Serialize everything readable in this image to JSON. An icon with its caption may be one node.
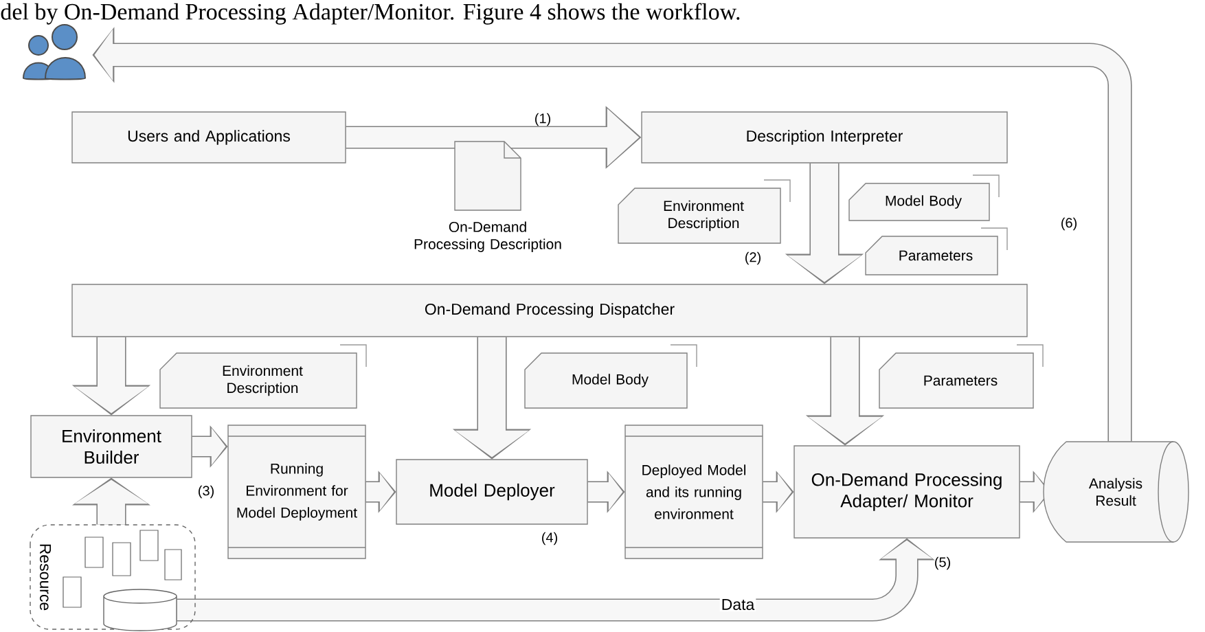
{
  "diagram": {
    "nodes": [
      {
        "text": [],
        "shape": "person"
      },
      {
        "text": [
          "Users and Applications"
        ]
      },
      {
        "text": [
          "Description Interpreter"
        ]
      },
      {
        "text": [
          "On-Demand Processing Description"
        ]
      },
      {
        "text": [
          "Environment Description"
        ]
      },
      {
        "text": [
          "Model Body"
        ]
      },
      {
        "text": [
          "Parameters"
        ]
      },
      {
        "text": [
          "On-Demand Processing Dispatcher"
        ]
      },
      {
        "text": [
          "Environment Description"
        ]
      },
      {
        "text": [
          "Model Body"
        ]
      },
      {
        "text": [
          "Parameters"
        ]
      },
      {
        "text": [
          "Environment Builder"
        ]
      },
      {
        "text": [
          "Running Environment for Model Deployment"
        ]
      },
      {
        "text": [
          "Model Deployer"
        ]
      },
      {
        "text": [
          "Deployed Model and its running environment"
        ]
      },
      {
        "text": [
          "On-Demand Processing Adapter/ Monitor"
        ]
      },
      {
        "text": [
          "Analysis Result"
        ]
      },
      {
        "text": [
          "Resource"
        ]
      },
      {
        "text": [],
        "shape": "cylinder",
        "in": 17
      }
    ],
    "edges": [
      {
        "from": 1,
        "to": 2,
        "arrow": "to"
      },
      {
        "from": 2,
        "to": 7,
        "arrow": "to"
      },
      {
        "from": 7,
        "to": 11,
        "arrow": "to"
      },
      {
        "from": 7,
        "to": 13,
        "arrow": "to"
      },
      {
        "from": 7,
        "to": 15,
        "arrow": "to"
      },
      {
        "from": 11,
        "to": 12,
        "arrow": "to"
      },
      {
        "from": 12,
        "to": 13,
        "arrow": "to"
      },
      {
        "from": 13,
        "to": 14,
        "arrow": "to"
      },
      {
        "from": 14,
        "to": 15,
        "arrow": "to"
      },
      {
        "from": 15,
        "to": 16,
        "arrow": "to"
      },
      {
        "from": 16,
        "to": 0,
        "arrow": "to"
      },
      {
        "from": 17,
        "to": 11,
        "arrow": "to"
      },
      {
        "from": 18,
        "to": 15,
        "arrow": "to",
        "label": "Data"
      }
    ],
    "labels": [
      "del by On-Demand Processing Adapter/Monitor. Figure 4 shows the workflow.",
      "(1)",
      "(2)",
      "(6)",
      "(3)",
      "(4)",
      "(5)"
    ]
  }
}
